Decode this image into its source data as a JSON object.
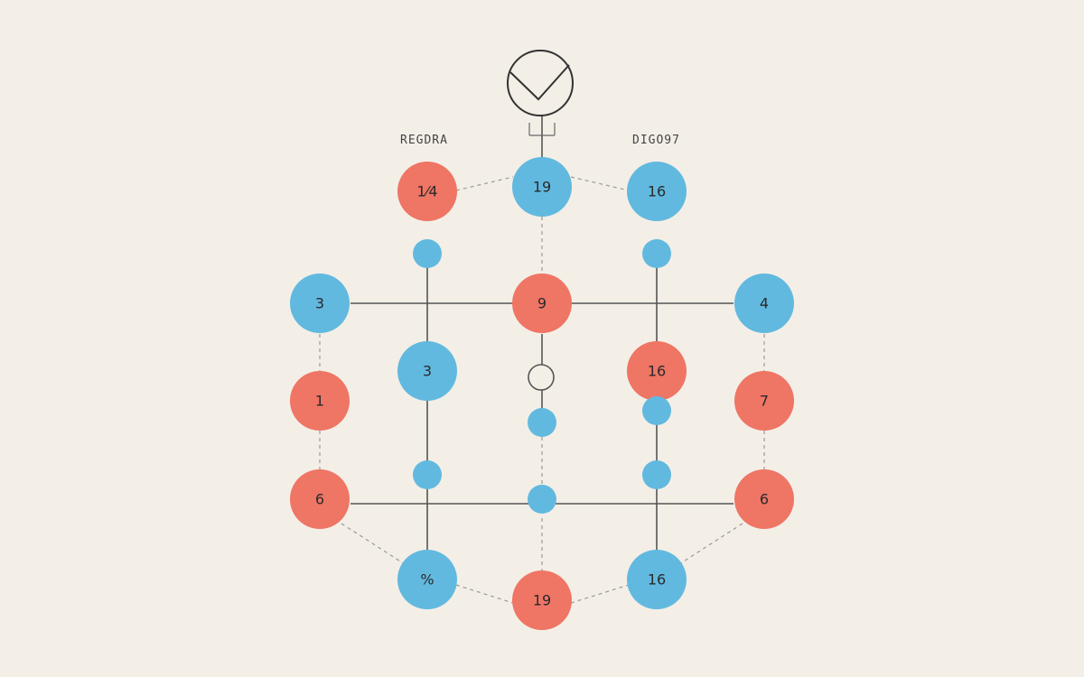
{
  "header": {
    "left_label": "REGDRA",
    "right_label": "DIGO97"
  },
  "colors": {
    "background": "#f3efe7",
    "blue": "#62b9df",
    "red": "#ef7565",
    "line": "#555555",
    "dashed": "#999999"
  },
  "icons": [
    "check-circle-icon",
    "open-circle-icon"
  ],
  "nodes": [
    {
      "id": "n1",
      "label": "1⁄4",
      "color": "red"
    },
    {
      "id": "n2",
      "label": "19",
      "color": "blue"
    },
    {
      "id": "n3",
      "label": "16",
      "color": "blue"
    },
    {
      "id": "d1",
      "label": "",
      "color": "blue"
    },
    {
      "id": "d2",
      "label": "",
      "color": "blue"
    },
    {
      "id": "n4",
      "label": "3",
      "color": "blue"
    },
    {
      "id": "n5",
      "label": "9",
      "color": "red"
    },
    {
      "id": "n6",
      "label": "4",
      "color": "blue"
    },
    {
      "id": "n7",
      "label": "3",
      "color": "blue"
    },
    {
      "id": "n8",
      "label": "16",
      "color": "red"
    },
    {
      "id": "d3",
      "label": "",
      "color": "blue"
    },
    {
      "id": "d4",
      "label": "",
      "color": "blue"
    },
    {
      "id": "n9",
      "label": "1",
      "color": "red"
    },
    {
      "id": "n10",
      "label": "7",
      "color": "red"
    },
    {
      "id": "d5",
      "label": "",
      "color": "blue"
    },
    {
      "id": "d6",
      "label": "",
      "color": "blue"
    },
    {
      "id": "n11",
      "label": "6",
      "color": "red"
    },
    {
      "id": "n12",
      "label": "6",
      "color": "red"
    },
    {
      "id": "d7",
      "label": "",
      "color": "blue"
    },
    {
      "id": "n13",
      "label": "%",
      "color": "blue"
    },
    {
      "id": "n14",
      "label": "19",
      "color": "red"
    },
    {
      "id": "n15",
      "label": "16",
      "color": "blue"
    }
  ]
}
